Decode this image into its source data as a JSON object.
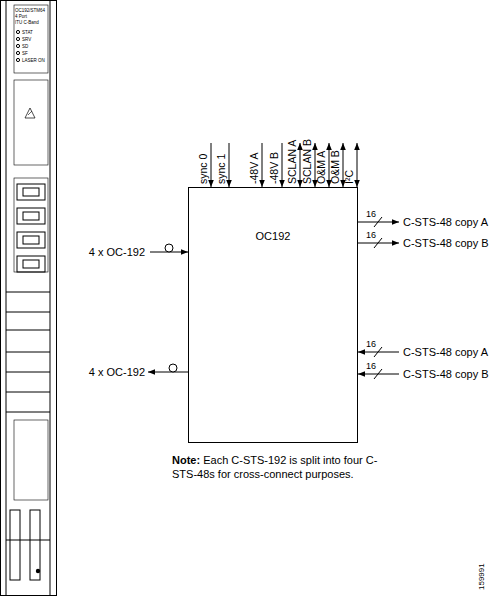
{
  "diagram": {
    "nodes": [
      {
        "text": [
          "OC192"
        ]
      }
    ],
    "labels": [
      "OC192/STM64",
      "4 Port",
      "ITU C-Band",
      "STAT",
      "SRV",
      "SD",
      "SF",
      "LASER ON",
      "sync 0",
      "sync 1",
      "-48V A",
      "-48V B",
      "SCLAN A",
      "SCLAN B",
      "O&M A",
      "O&M B",
      "I²C",
      "4 x OC-192",
      "16",
      "C-STS-48 copy A",
      "16",
      "C-STS-48 copy B",
      "4 x OC-192",
      "16",
      "C-STS-48 copy A",
      "16",
      "C-STS-48 copy B",
      "Note:",
      "Each C-STS-192 is split into four C-STS-48s for cross-connect purposes.",
      "159991"
    ]
  }
}
